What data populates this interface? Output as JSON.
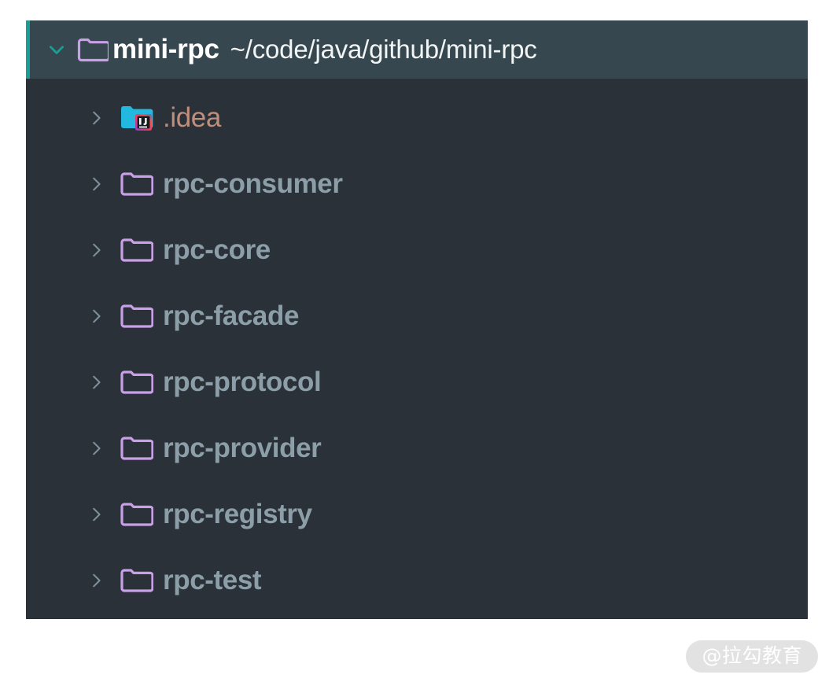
{
  "panel": {
    "background_color": "#2a3138",
    "header_background_color": "#37474f",
    "accent_color": "#1a9e93"
  },
  "project_root": {
    "name": "mini-rpc",
    "path": "~/code/java/github/mini-rpc",
    "expand_state": "expanded",
    "chevron_icon": "chevron-down-icon",
    "folder_icon": "folder-icon",
    "folder_icon_color": "#c9a0e8",
    "name_color": "#ffffff"
  },
  "tree": {
    "items": [
      {
        "label": ".idea",
        "chevron_icon": "chevron-right-icon",
        "icon": "intellij-folder-icon",
        "icon_color": "#29b6d8",
        "label_color": "#bf8f7d",
        "expand_state": "collapsed"
      },
      {
        "label": "rpc-consumer",
        "chevron_icon": "chevron-right-icon",
        "icon": "folder-icon",
        "icon_color": "#c9a0e8",
        "label_color": "#8c9fa9",
        "expand_state": "collapsed"
      },
      {
        "label": "rpc-core",
        "chevron_icon": "chevron-right-icon",
        "icon": "folder-icon",
        "icon_color": "#c9a0e8",
        "label_color": "#8c9fa9",
        "expand_state": "collapsed"
      },
      {
        "label": "rpc-facade",
        "chevron_icon": "chevron-right-icon",
        "icon": "folder-icon",
        "icon_color": "#c9a0e8",
        "label_color": "#8c9fa9",
        "expand_state": "collapsed"
      },
      {
        "label": "rpc-protocol",
        "chevron_icon": "chevron-right-icon",
        "icon": "folder-icon",
        "icon_color": "#c9a0e8",
        "label_color": "#8c9fa9",
        "expand_state": "collapsed"
      },
      {
        "label": "rpc-provider",
        "chevron_icon": "chevron-right-icon",
        "icon": "folder-icon",
        "icon_color": "#c9a0e8",
        "label_color": "#8c9fa9",
        "expand_state": "collapsed"
      },
      {
        "label": "rpc-registry",
        "chevron_icon": "chevron-right-icon",
        "icon": "folder-icon",
        "icon_color": "#c9a0e8",
        "label_color": "#8c9fa9",
        "expand_state": "collapsed"
      },
      {
        "label": "rpc-test",
        "chevron_icon": "chevron-right-icon",
        "icon": "folder-icon",
        "icon_color": "#c9a0e8",
        "label_color": "#8c9fa9",
        "expand_state": "collapsed"
      }
    ]
  },
  "watermark": {
    "text": "@拉勾教育"
  }
}
